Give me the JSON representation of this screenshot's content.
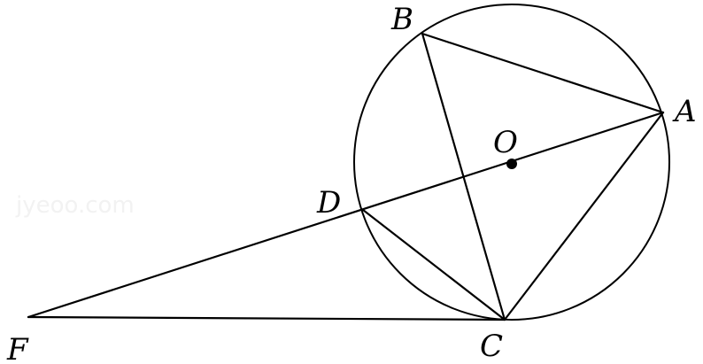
{
  "diagram": {
    "watermark": "jyeoo.com",
    "center_label": "O",
    "points": [
      {
        "id": "A",
        "label": "A"
      },
      {
        "id": "B",
        "label": "B"
      },
      {
        "id": "C",
        "label": "C"
      },
      {
        "id": "D",
        "label": "D"
      },
      {
        "id": "F",
        "label": "F"
      }
    ],
    "segments": [
      [
        "B",
        "A"
      ],
      [
        "B",
        "C"
      ],
      [
        "A",
        "C"
      ],
      [
        "A",
        "F"
      ],
      [
        "D",
        "C"
      ],
      [
        "F",
        "C"
      ]
    ]
  }
}
